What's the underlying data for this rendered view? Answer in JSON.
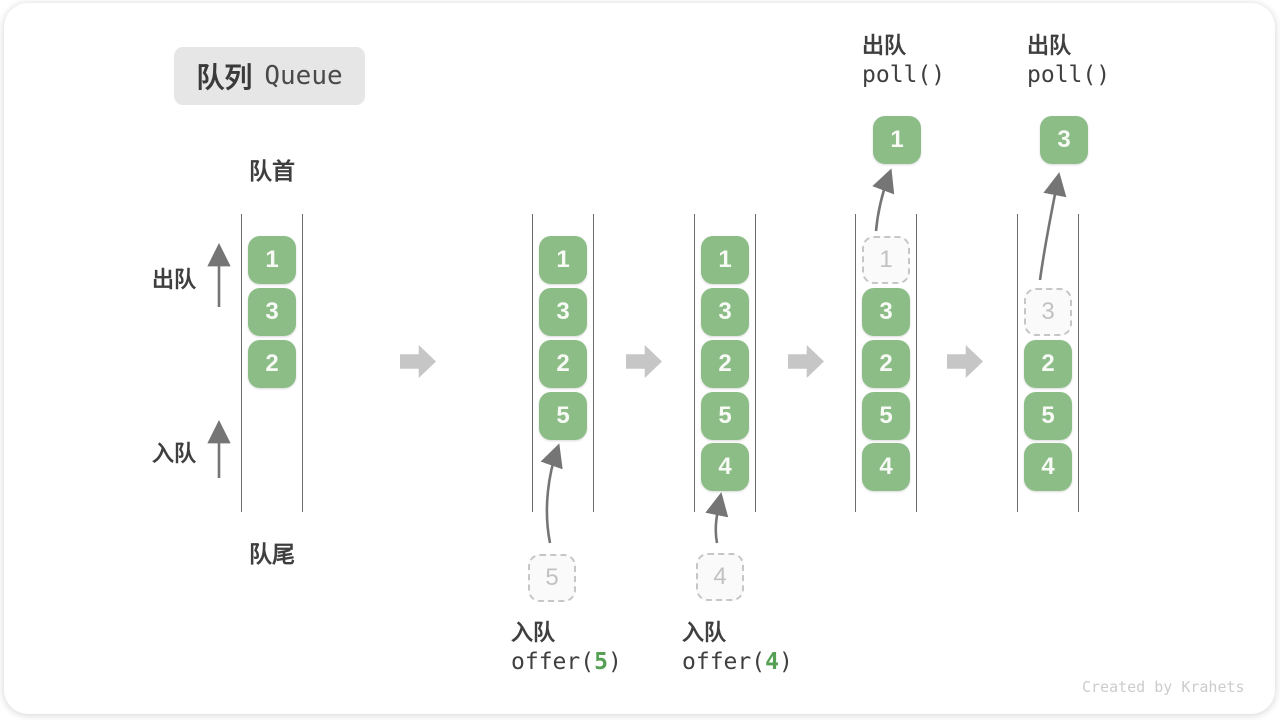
{
  "title": {
    "zh": "队列",
    "en": "Queue"
  },
  "labels": {
    "front": "队首",
    "rear": "队尾",
    "dequeue_side": "出队",
    "enqueue_side": "入队"
  },
  "queues": [
    {
      "cells": [
        {
          "value": "1"
        },
        {
          "value": "3"
        },
        {
          "value": "2"
        }
      ]
    },
    {
      "cells": [
        {
          "value": "1"
        },
        {
          "value": "3"
        },
        {
          "value": "2"
        },
        {
          "value": "5"
        }
      ]
    },
    {
      "cells": [
        {
          "value": "1"
        },
        {
          "value": "3"
        },
        {
          "value": "2"
        },
        {
          "value": "5"
        },
        {
          "value": "4"
        }
      ]
    },
    {
      "cells": [
        {
          "value": "1",
          "state": "removed"
        },
        {
          "value": "3"
        },
        {
          "value": "2"
        },
        {
          "value": "5"
        },
        {
          "value": "4"
        }
      ]
    },
    {
      "cells": [
        {
          "value": "3",
          "state": "removed"
        },
        {
          "value": "2"
        },
        {
          "value": "5"
        },
        {
          "value": "4"
        }
      ]
    }
  ],
  "enqueue_ops": [
    {
      "label": "入队",
      "fn": "offer(",
      "arg": "5",
      "close": ")",
      "pending_value": "5"
    },
    {
      "label": "入队",
      "fn": "offer(",
      "arg": "4",
      "close": ")",
      "pending_value": "4"
    }
  ],
  "poll_ops": [
    {
      "label": "出队",
      "code": "poll()",
      "result": "1"
    },
    {
      "label": "出队",
      "code": "poll()",
      "result": "3"
    }
  ],
  "watermark": "Created by Krahets",
  "colors": {
    "block_green": "#8cbd87",
    "arg_green": "#55a055",
    "block_arrow_gray": "#c6c6c6",
    "thin_arrow_gray": "#757575",
    "title_box_bg": "#e6e6e6"
  }
}
